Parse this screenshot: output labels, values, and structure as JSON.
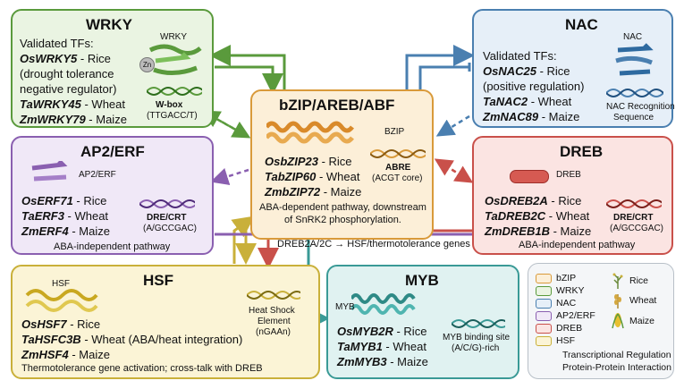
{
  "wrky": {
    "title": "WRKY",
    "header": "Validated TFs:",
    "tfs": [
      {
        "name": "OsWRKY5",
        "species": " - Rice",
        "extra1": "(drought tolerance",
        "extra2": "negative regulator)"
      },
      {
        "name": "TaWRKY45",
        "species": " - Wheat"
      },
      {
        "name": "ZmWRKY79",
        "species": " - Maize"
      }
    ],
    "protein_label": "WRKY",
    "zn_label": "Zn",
    "dna_label": "W-box",
    "dna_seq": "(TTGACC/T)"
  },
  "nac": {
    "title": "NAC",
    "header": "Validated TFs:",
    "tfs": [
      {
        "name": "OsNAC25",
        "species": " - Rice",
        "extra1": "(positive regulation)"
      },
      {
        "name": "TaNAC2",
        "species": " - Wheat"
      },
      {
        "name": "ZmNAC89",
        "species": " - Maize"
      }
    ],
    "protein_label": "NAC",
    "dna_label1": "NAC Recognition",
    "dna_label2": "Sequence"
  },
  "bzip": {
    "title": "bZIP/AREB/ABF",
    "protein_label": "BZIP",
    "tfs": [
      {
        "name": "OsbZIP23",
        "species": " - Rice"
      },
      {
        "name": "TabZIP60",
        "species": " - Wheat"
      },
      {
        "name": "ZmbZIP72",
        "species": " - Maize"
      }
    ],
    "dna_label": "ABRE",
    "dna_seq": "(ACGT core)",
    "note1": "ABA-dependent pathway, downstream",
    "note2": "of SnRK2 phosphorylation."
  },
  "ap2": {
    "title": "AP2/ERF",
    "protein_label": "AP2/ERF",
    "tfs": [
      {
        "name": "OsERF71",
        "species": " - Rice"
      },
      {
        "name": "TaERF3",
        "species": " - Wheat"
      },
      {
        "name": "ZmERF4",
        "species": " - Maize"
      }
    ],
    "dna_label": "DRE/CRT",
    "dna_seq": "(A/GCCGAC)",
    "note": "ABA-independent pathway"
  },
  "dreb": {
    "title": "DREB",
    "protein_label": "DREB",
    "tfs": [
      {
        "name": "OsDREB2A",
        "species": " - Rice"
      },
      {
        "name": "TaDREB2C",
        "species": " - Wheat"
      },
      {
        "name": "ZmDREB1B",
        "species": " - Maize"
      }
    ],
    "dna_label": "DRE/CRT",
    "dna_seq": "(A/GCCGAC)",
    "note": "ABA-independent pathway"
  },
  "hsf": {
    "title": "HSF",
    "protein_label": "HSF",
    "tfs": [
      {
        "name": "OsHSF7",
        "species": " - Rice"
      },
      {
        "name": "TaHSFC3B",
        "species": " - Wheat (ABA/heat integration)"
      },
      {
        "name": "ZmHSF4",
        "species": " - Maize"
      }
    ],
    "dna_label1": "Heat Shock",
    "dna_label2": "Element",
    "dna_seq": "(nGAAn)",
    "note": "Thermotolerance gene activation; cross-talk with DREB"
  },
  "myb": {
    "title": "MYB",
    "protein_label": "MYB",
    "tfs": [
      {
        "name": "OsMYB2R",
        "species": " - Rice"
      },
      {
        "name": "TaMYB1",
        "species": " - Wheat"
      },
      {
        "name": "ZmMYB3",
        "species": " - Maize"
      }
    ],
    "dna_label": "MYB binding site",
    "dna_seq": "(A/C/G)-rich"
  },
  "arrow_note": "DREB2A/2C → HSF/thermotolerance genes",
  "legend": {
    "families": [
      "bZIP",
      "WRKY",
      "NAC",
      "AP2/ERF",
      "DREB",
      "HSF"
    ],
    "crops": [
      "Rice",
      "Wheat",
      "Maize"
    ],
    "transcriptional": "Transcriptional Regulation",
    "ppi": "Protein-Protein Interaction"
  },
  "colors": {
    "wrky": "#5a9a3c",
    "wrky_bg": "#eaf4e2",
    "nac": "#4a7fb0",
    "nac_bg": "#e6eff8",
    "bzip": "#d99a3a",
    "bzip_bg": "#fcefd8",
    "ap2": "#8a5fb0",
    "ap2_bg": "#f0e8f7",
    "dreb": "#c9504a",
    "dreb_bg": "#fbe4e2",
    "hsf": "#c9b03a",
    "hsf_bg": "#fbf4d6",
    "myb": "#3a9a96",
    "myb_bg": "#e0f2f1"
  }
}
